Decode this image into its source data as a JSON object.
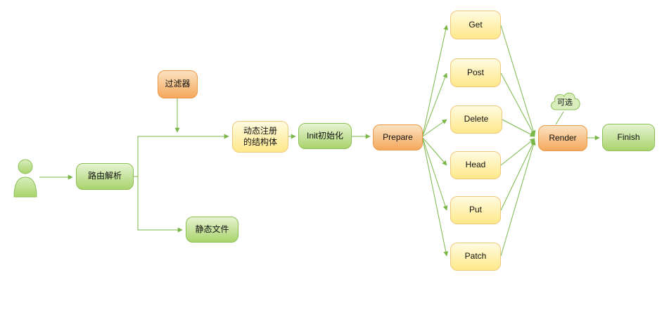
{
  "palette": {
    "green_fill_top": "#e6f3d2",
    "green_fill_bottom": "#a9d46c",
    "green_border": "#8cbf55",
    "orange_fill_top": "#fbe2c0",
    "orange_fill_bottom": "#f5a85c",
    "orange_border": "#e8994b",
    "yellow_fill_top": "#fffbe0",
    "yellow_fill_bottom": "#ffe88a",
    "yellow_border": "#efc87e",
    "connector": "#7ab648"
  },
  "diagram": {
    "nodes": {
      "route": {
        "label": "路由解析"
      },
      "filter": {
        "label": "过滤器"
      },
      "static_files": {
        "label": "静态文件"
      },
      "struct": {
        "label": "动态注册\n的结构体"
      },
      "init": {
        "label": "Init初始化"
      },
      "prepare": {
        "label": "Prepare"
      },
      "get": {
        "label": "Get"
      },
      "post": {
        "label": "Post"
      },
      "delete": {
        "label": "Delete"
      },
      "head": {
        "label": "Head"
      },
      "put": {
        "label": "Put"
      },
      "patch": {
        "label": "Patch"
      },
      "render": {
        "label": "Render"
      },
      "finish": {
        "label": "Finish"
      },
      "optional_note": {
        "label": "可选"
      }
    },
    "edges": [
      {
        "from": "user",
        "to": "route"
      },
      {
        "from": "route",
        "to": "struct"
      },
      {
        "from": "route",
        "to": "static_files"
      },
      {
        "from": "filter",
        "to": "route-struct-line"
      },
      {
        "from": "struct",
        "to": "init"
      },
      {
        "from": "init",
        "to": "prepare"
      },
      {
        "from": "prepare",
        "to": "get"
      },
      {
        "from": "prepare",
        "to": "post"
      },
      {
        "from": "prepare",
        "to": "delete"
      },
      {
        "from": "prepare",
        "to": "head"
      },
      {
        "from": "prepare",
        "to": "put"
      },
      {
        "from": "prepare",
        "to": "patch"
      },
      {
        "from": "get",
        "to": "render"
      },
      {
        "from": "post",
        "to": "render"
      },
      {
        "from": "delete",
        "to": "render"
      },
      {
        "from": "head",
        "to": "render"
      },
      {
        "from": "put",
        "to": "render"
      },
      {
        "from": "patch",
        "to": "render"
      },
      {
        "from": "render",
        "to": "finish"
      },
      {
        "from": "optional_note",
        "to": "render"
      }
    ]
  }
}
